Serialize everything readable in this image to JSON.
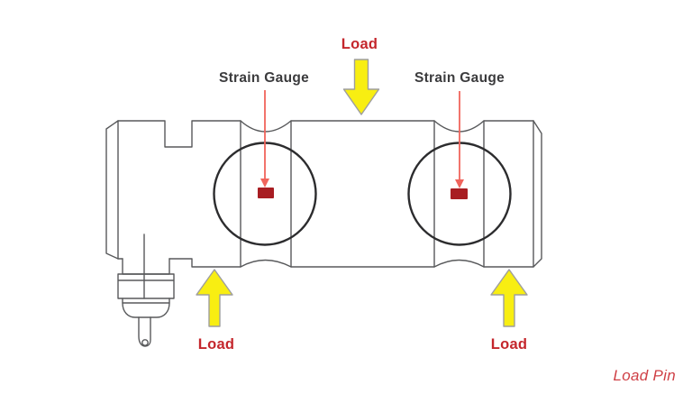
{
  "diagram": {
    "caption": "Load Pin",
    "labels": {
      "strain_gauge_left": "Strain Gauge",
      "strain_gauge_right": "Strain Gauge",
      "load_top": "Load",
      "load_bottom_left": "Load",
      "load_bottom_right": "Load"
    },
    "icons": {
      "load_top_arrow": "block-arrow-down",
      "load_bottom_left_arrow": "block-arrow-up",
      "load_bottom_right_arrow": "block-arrow-up",
      "gauge_pointer_left": "thin-arrow-down",
      "gauge_pointer_right": "thin-arrow-down"
    },
    "colors": {
      "background": "#ffffff",
      "label_red": "#c4262c",
      "label_dark": "#3b3b3d",
      "caption_red": "#cf4046",
      "gauge_red": "#a81d22",
      "pointer_red": "#f0645c",
      "load_arrow_yellow": "#f8ee12",
      "load_arrow_outline": "#9e9e9e",
      "outline_gray": "#58595b",
      "circle_dark": "#2c2c2e"
    }
  }
}
